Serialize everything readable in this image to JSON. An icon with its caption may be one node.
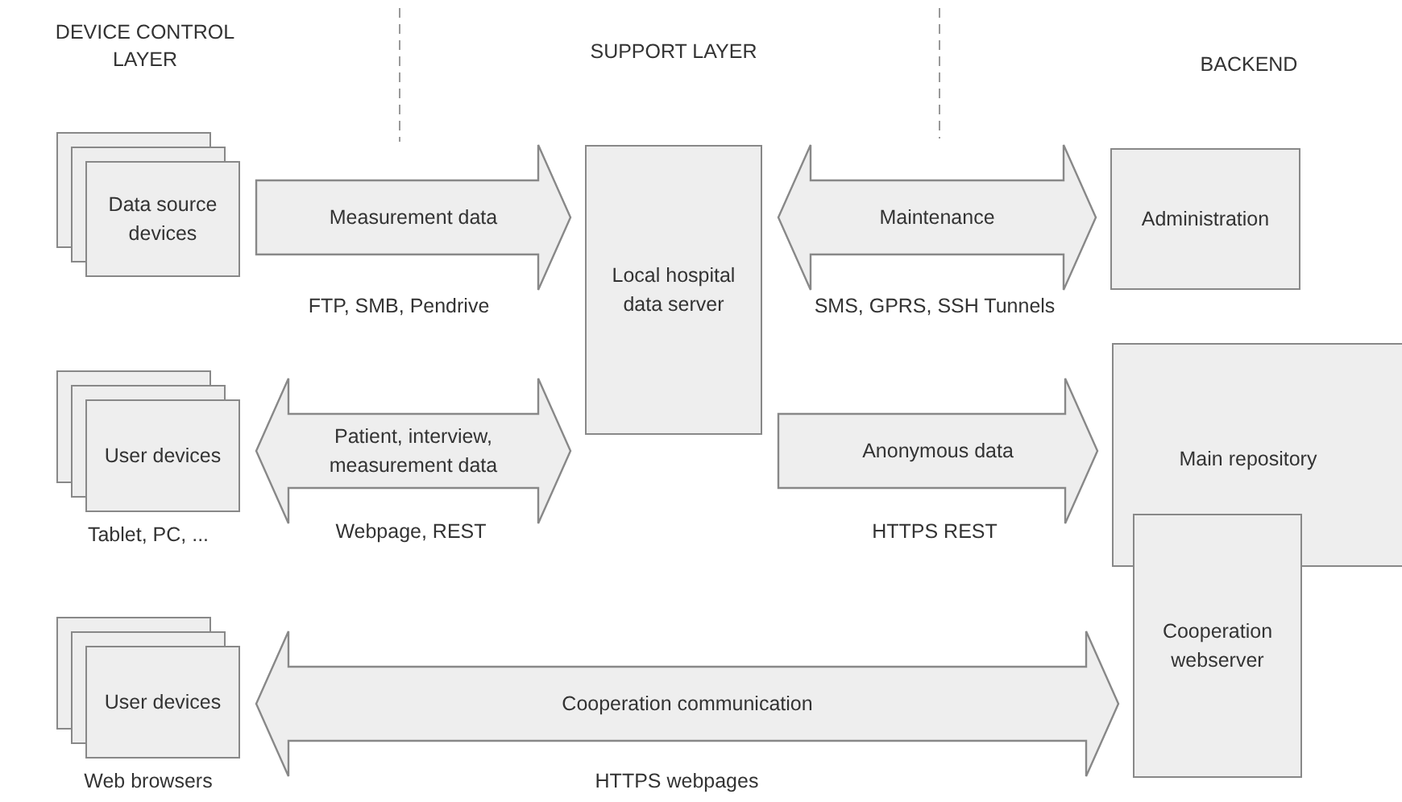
{
  "diagram": {
    "nodes": [
      {
        "text": [
          "Data source devices"
        ]
      },
      {
        "text": [
          "Local hospital data server"
        ]
      },
      {
        "text": [
          "Administration"
        ]
      },
      {
        "text": [
          "User devices"
        ],
        "beside": [
          "Tablet, PC, ..."
        ]
      },
      {
        "text": [
          "Main repository"
        ]
      },
      {
        "text": [
          "Cooperation webserver"
        ]
      },
      {
        "text": [
          "User devices"
        ],
        "beside": [
          "Web browsers"
        ]
      }
    ],
    "edges": [
      {
        "from": 0,
        "to": 1,
        "arrow": "to",
        "label": "Measurement data"
      },
      {
        "from": 1,
        "to": 2,
        "arrow": "both",
        "label": "Maintenance"
      },
      {
        "from": 3,
        "to": 1,
        "arrow": "both",
        "label": "Patient, interview, measurement data"
      },
      {
        "from": 1,
        "to": 4,
        "arrow": "to",
        "label": "Anonymous data"
      },
      {
        "from": 6,
        "to": 5,
        "arrow": "both",
        "label": "Cooperation communication"
      }
    ],
    "labels": [
      "DEVICE CONTROL LAYER",
      "SUPPORT LAYER",
      "BACKEND",
      "FTP, SMB, Pendrive",
      "SMS, GPRS, SSH Tunnels",
      "Webpage, REST",
      "HTTPS REST",
      "HTTPS webpages"
    ]
  }
}
